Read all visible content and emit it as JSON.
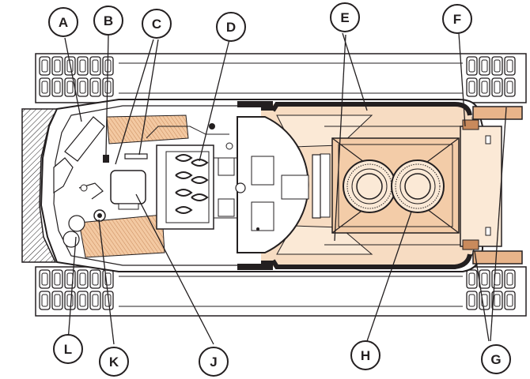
{
  "diagram": {
    "subject": "Top-view cutaway of a tracked armoured vehicle with lettered callouts",
    "colors": {
      "ink": "#231f20",
      "engine_bay_fill": "#f7dcc2",
      "engine_bay_light": "#fbe9d6",
      "hatched_fill": "#e8b48a",
      "hull_fill": "#ffffff",
      "armor_black": "#231f20"
    },
    "callouts": [
      {
        "letter": "A"
      },
      {
        "letter": "B"
      },
      {
        "letter": "C"
      },
      {
        "letter": "D"
      },
      {
        "letter": "E"
      },
      {
        "letter": "F"
      },
      {
        "letter": "G"
      },
      {
        "letter": "H"
      },
      {
        "letter": "J"
      },
      {
        "letter": "K"
      },
      {
        "letter": "L"
      }
    ]
  }
}
